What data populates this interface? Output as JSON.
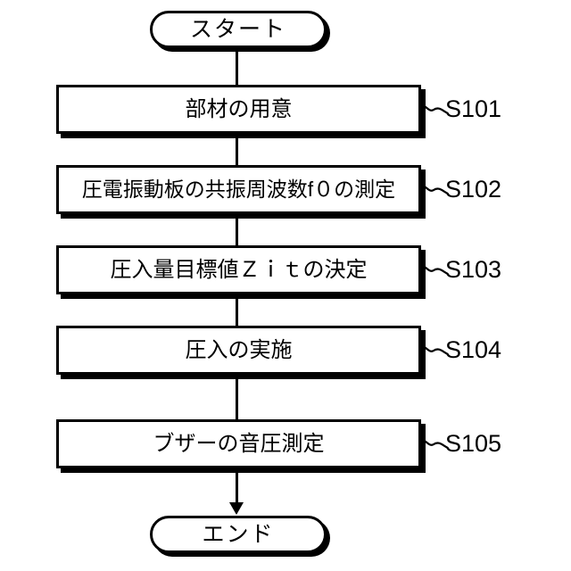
{
  "diagram": {
    "type": "flowchart",
    "orientation": "vertical",
    "title": "",
    "line_color": "#000000",
    "fill_color": "#ffffff",
    "shadow_color": "#000000"
  },
  "start_node": {
    "shape": "rounded-terminator",
    "label": "スタート"
  },
  "end_node": {
    "shape": "rounded-terminator",
    "label": "エンド"
  },
  "steps": [
    {
      "label": "部材の用意",
      "ref": "S101"
    },
    {
      "label": "圧電振動板の共振周波数f０の測定",
      "ref": "S102"
    },
    {
      "label": "圧入量目標値Ｚｉｔの決定",
      "ref": "S103"
    },
    {
      "label": "圧入の実施",
      "ref": "S104"
    },
    {
      "label": "ブザーの音圧測定",
      "ref": "S105"
    }
  ]
}
